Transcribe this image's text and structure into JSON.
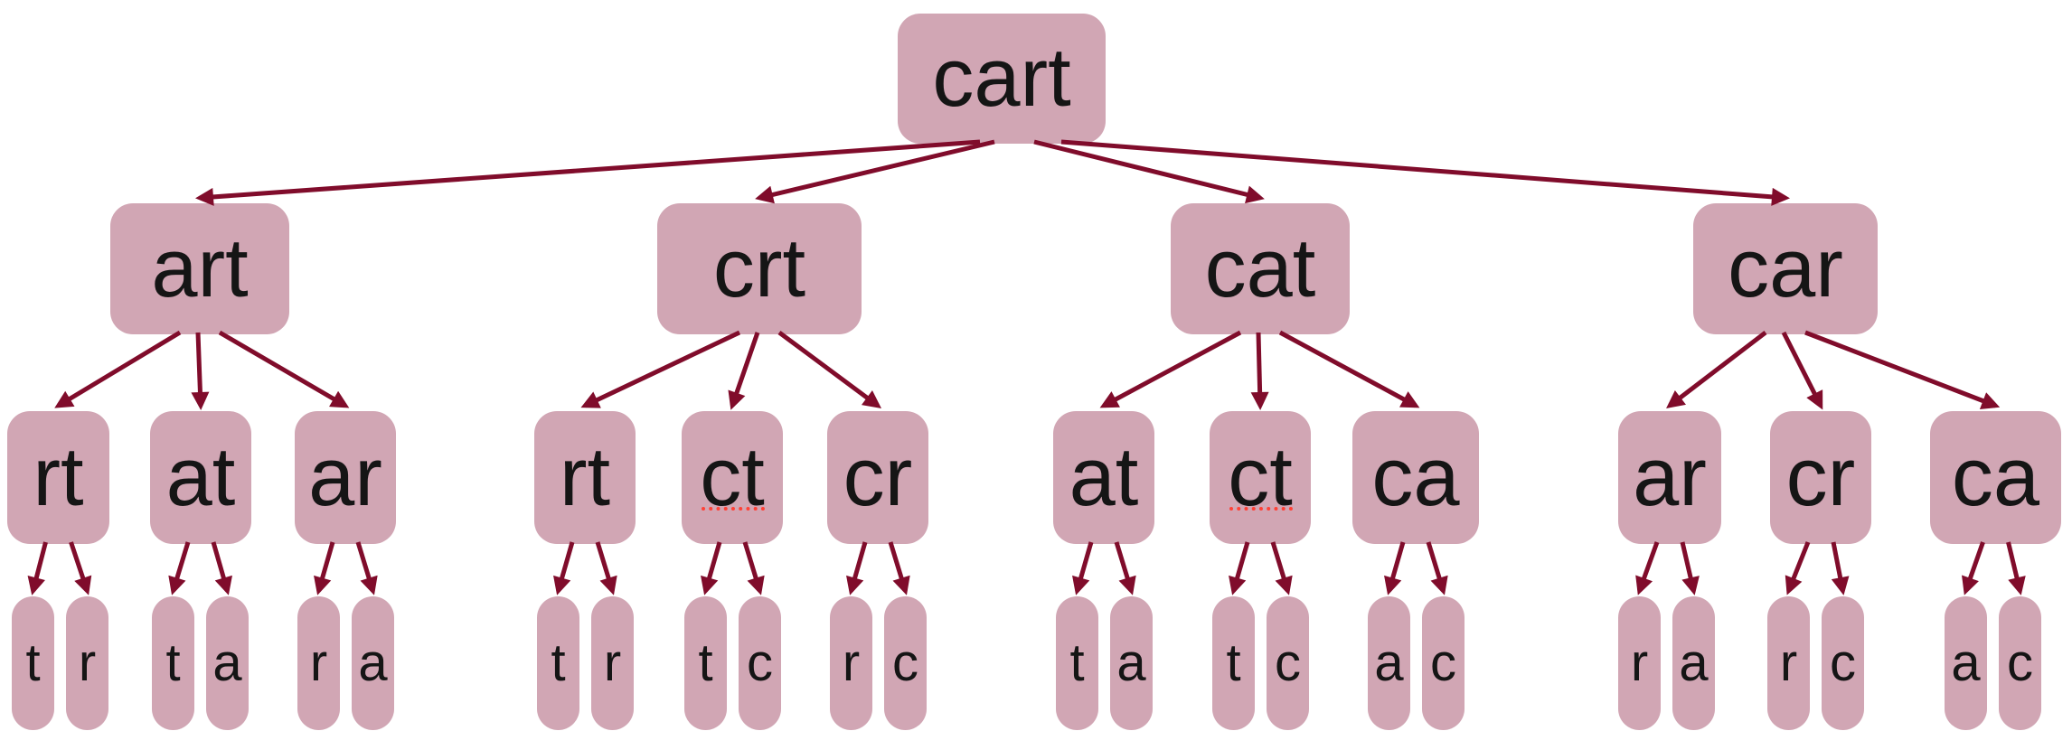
{
  "tree": {
    "title_word": "cart",
    "colors": {
      "node_fill": "#d1a6b4",
      "edge": "#800c2b",
      "text": "#151515",
      "squiggle": "#ff4136",
      "background": "#ffffff"
    },
    "root": {
      "label": "cart"
    },
    "groups": [
      {
        "node": {
          "label": "art"
        },
        "children": [
          {
            "label": "rt",
            "leaves": [
              "t",
              "r"
            ]
          },
          {
            "label": "at",
            "leaves": [
              "t",
              "a"
            ]
          },
          {
            "label": "ar",
            "leaves": [
              "r",
              "a"
            ]
          }
        ]
      },
      {
        "node": {
          "label": "crt"
        },
        "children": [
          {
            "label": "rt",
            "leaves": [
              "t",
              "r"
            ]
          },
          {
            "label": "ct",
            "misspelled": true,
            "leaves": [
              "t",
              "c"
            ]
          },
          {
            "label": "cr",
            "leaves": [
              "r",
              "c"
            ]
          }
        ]
      },
      {
        "node": {
          "label": "cat"
        },
        "children": [
          {
            "label": "at",
            "leaves": [
              "t",
              "a"
            ]
          },
          {
            "label": "ct",
            "misspelled": true,
            "leaves": [
              "t",
              "c"
            ]
          },
          {
            "label": "ca",
            "leaves": [
              "a",
              "c"
            ]
          }
        ]
      },
      {
        "node": {
          "label": "car"
        },
        "children": [
          {
            "label": "ar",
            "leaves": [
              "r",
              "a"
            ]
          },
          {
            "label": "cr",
            "leaves": [
              "r",
              "c"
            ]
          },
          {
            "label": "ca",
            "leaves": [
              "a",
              "c"
            ]
          }
        ]
      }
    ]
  }
}
